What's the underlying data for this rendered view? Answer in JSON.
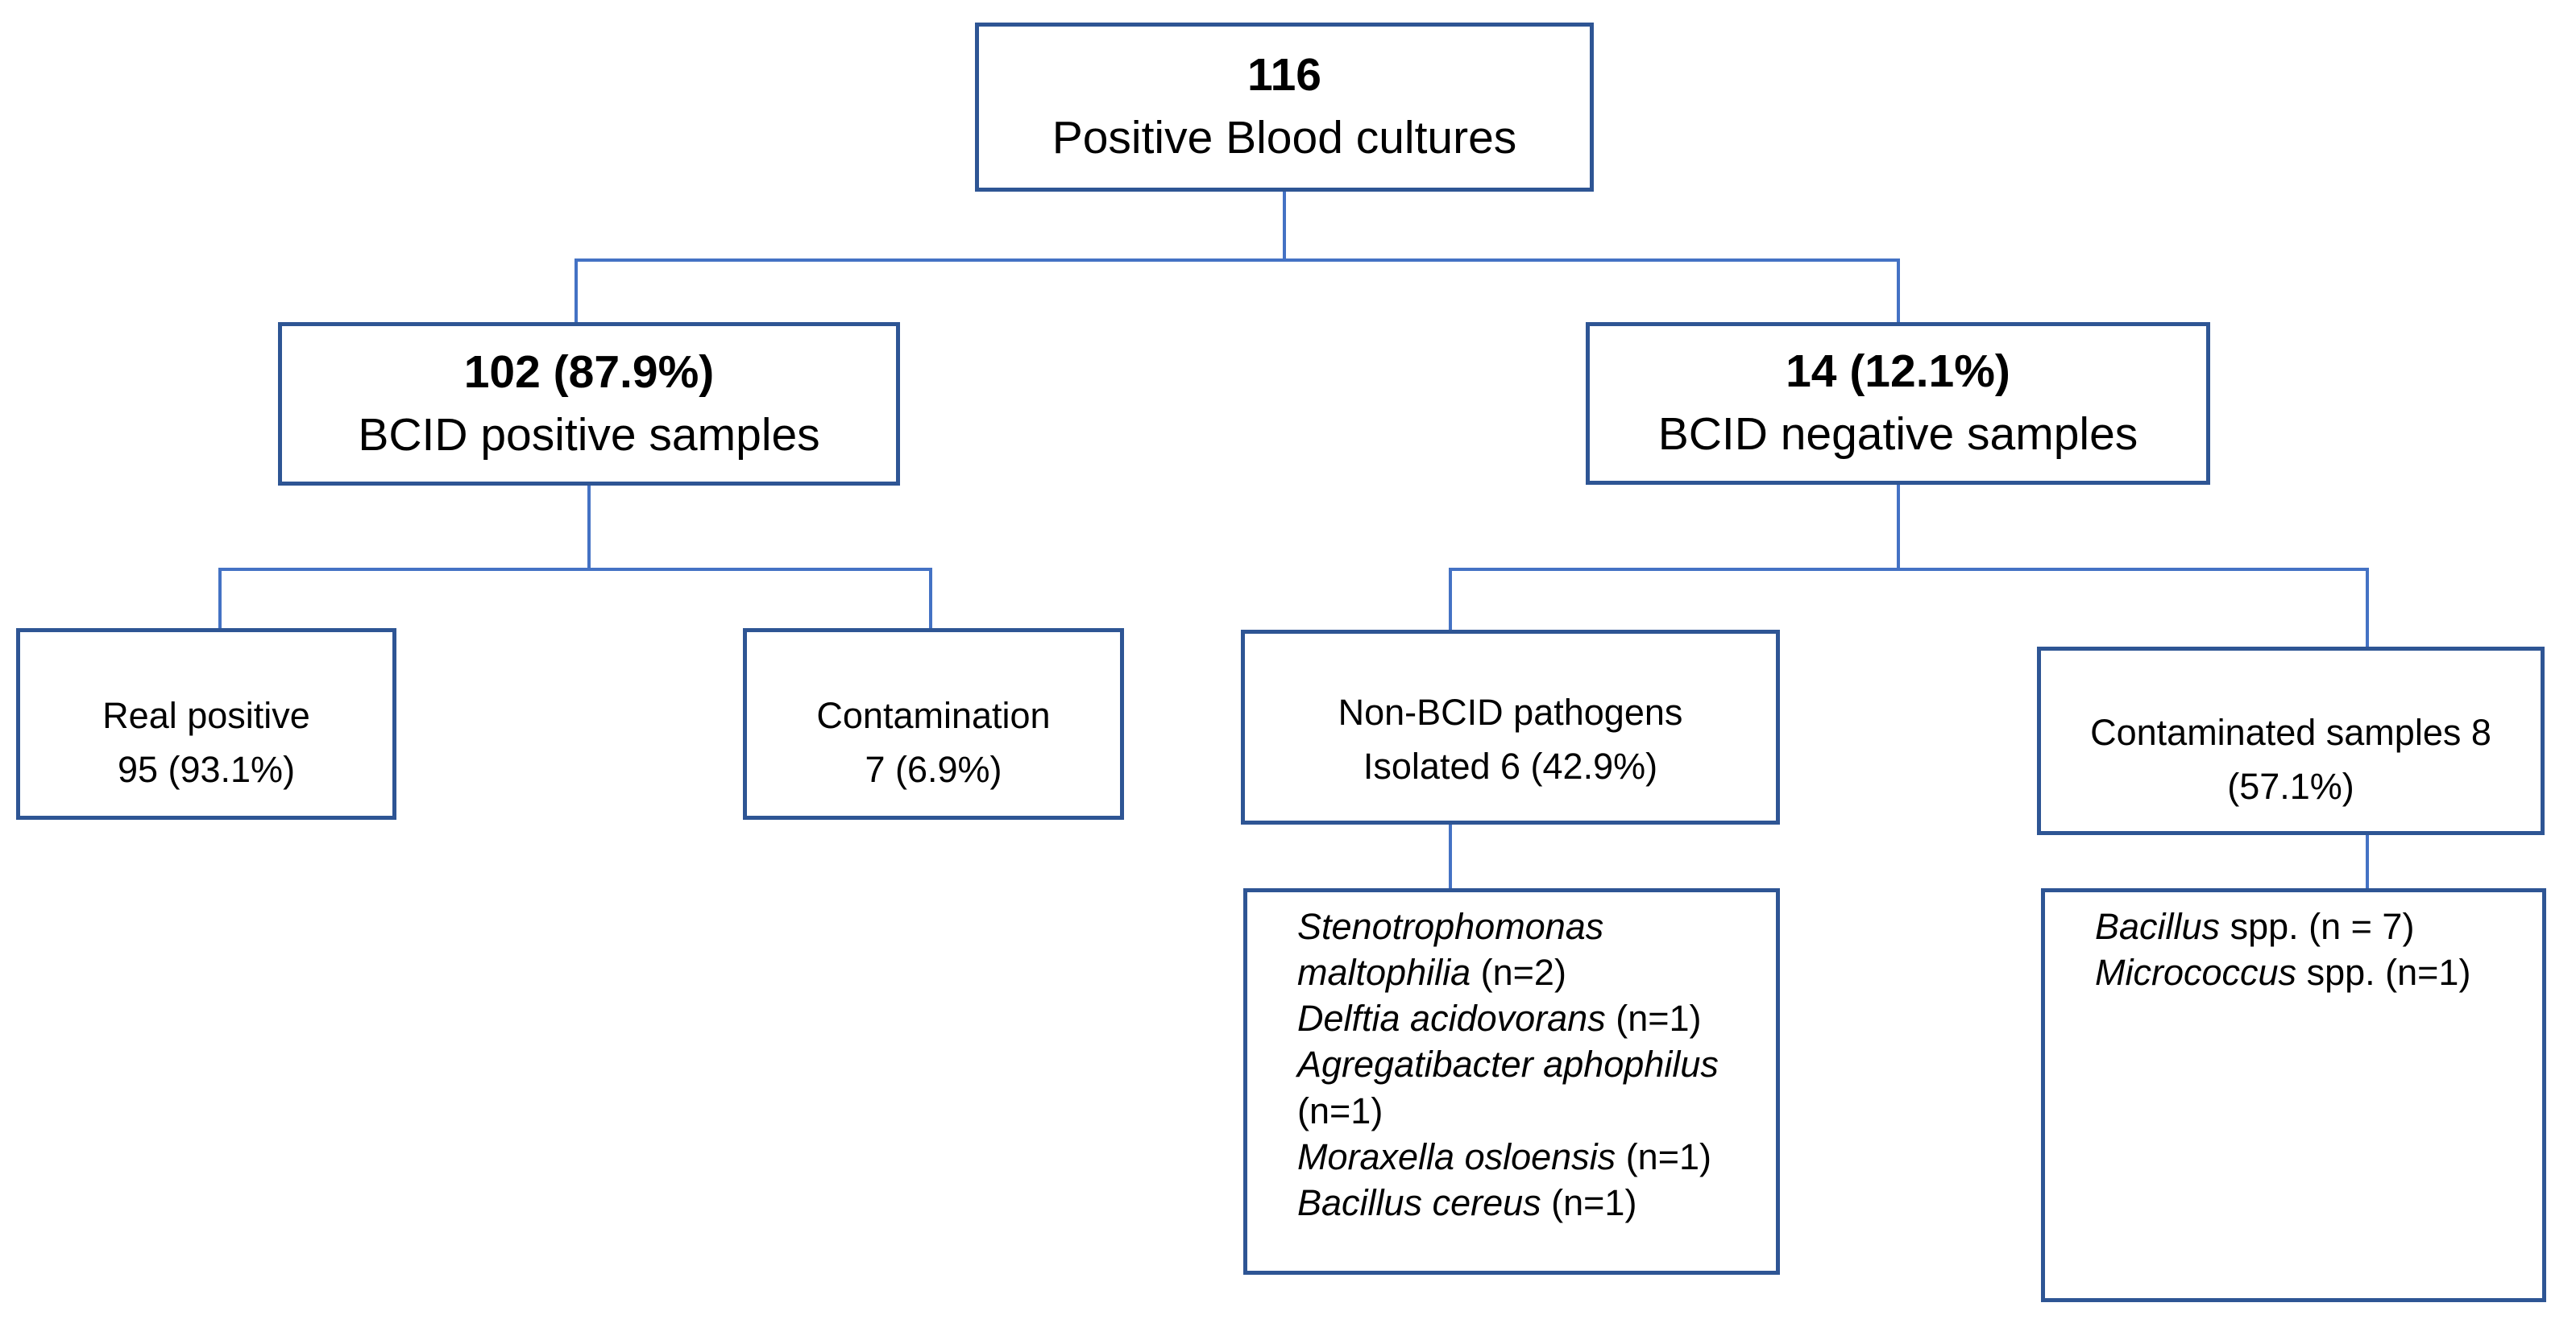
{
  "diagram": {
    "title": "BCID blood culture results flowchart",
    "colors": {
      "background": "#FFFFFF",
      "box_border": "#2E5594",
      "connector": "#4472C4",
      "text": "#000000"
    },
    "nodes": {
      "root": {
        "value": "116",
        "label": "Positive Blood cultures"
      },
      "bcid_positive": {
        "value": "102 (87.9%)",
        "label": "BCID positive samples"
      },
      "bcid_negative": {
        "value": "14 (12.1%)",
        "label": "BCID negative samples"
      },
      "real_positive": {
        "line1": "Real positive",
        "line2": "95 (93.1%)"
      },
      "contamination": {
        "line1": "Contamination",
        "line2": "7 (6.9%)"
      },
      "non_bcid": {
        "line1": "Non-BCID pathogens",
        "line2": "Isolated 6 (42.9%)"
      },
      "contaminated_samples": {
        "line1": "Contaminated samples 8",
        "line2": "(57.1%)"
      },
      "non_bcid_organisms": {
        "lines": [
          [
            {
              "t": "Stenotrophomonas",
              "i": true
            }
          ],
          [
            {
              "t": "maltophilia",
              "i": true
            },
            {
              "t": " (n=2)",
              "i": false
            }
          ],
          [
            {
              "t": "Delftia acidovorans",
              "i": true
            },
            {
              "t": " (n=1)",
              "i": false
            }
          ],
          [
            {
              "t": "Agregatibacter aphophilus",
              "i": true
            }
          ],
          [
            {
              "t": "(n=1)",
              "i": false
            }
          ],
          [
            {
              "t": "Moraxella osloensis",
              "i": true
            },
            {
              "t": " (n=1)",
              "i": false
            }
          ],
          [
            {
              "t": "Bacillus cereus",
              "i": true
            },
            {
              "t": " (n=1)",
              "i": false
            }
          ]
        ]
      },
      "negative_contaminants": {
        "lines": [
          [
            {
              "t": "Bacillus",
              "i": true
            },
            {
              "t": " spp. (n = 7)",
              "i": false
            }
          ],
          [
            {
              "t": "Micrococcus",
              "i": true
            },
            {
              "t": " spp. (n=1)",
              "i": false
            }
          ]
        ]
      }
    }
  }
}
